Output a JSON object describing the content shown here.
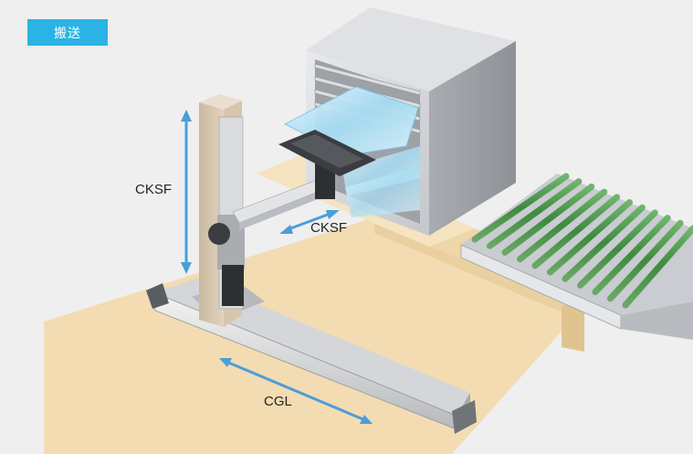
{
  "badge": {
    "label": "搬送",
    "color": "#2bb3e6"
  },
  "labels": {
    "vertical_axis": "CKSF",
    "horizontal_axis": "CKSF",
    "base_axis": "CGL"
  },
  "colors": {
    "arrow": "#4a9ed9",
    "floor": "#f3dcb2",
    "conveyor_roller": "#4d9a4d",
    "glass": "#bfe6f8"
  },
  "icons": [
    "double-arrow-vertical-icon",
    "double-arrow-horizontal-icon",
    "double-arrow-diagonal-icon"
  ]
}
